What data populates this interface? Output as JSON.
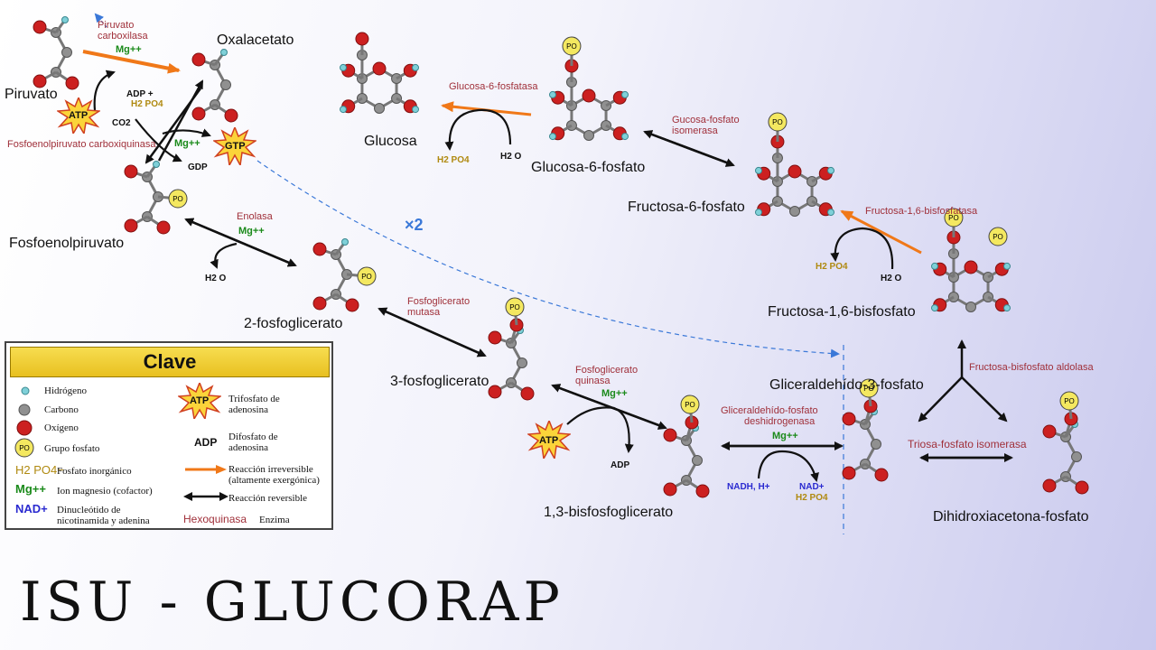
{
  "molecules": {
    "piruvato": "Piruvato",
    "oxalacetato": "Oxalacetato",
    "fosfoenolpiruvato": "Fosfoenolpiruvato",
    "glucosa": "Glucosa",
    "glucosa6p": "Glucosa-6-fosfato",
    "fructosa6p": "Fructosa-6-fosfato",
    "fructosa16bp": "Fructosa-1,6-bisfosfato",
    "fosfoglicerato2": "2-fosfoglicerato",
    "fosfoglicerato3": "3-fosfoglicerato",
    "bisfosfoglicerato13": "1,3-bisfosfoglicerato",
    "gliceraldehido3p": "Gliceraldehído-3-fosfato",
    "dihidroxiacetona": "Dihidroxiacetona-fosfato"
  },
  "enzymes": {
    "piruvato_carboxilasa_1": "Piruvato",
    "piruvato_carboxilasa_2": "carboxilasa",
    "pep_carboxiquinasa": "Fosfoenolpiruvato carboxiquinasa",
    "enolasa": "Enolasa",
    "glucosa6fosfatasa": "Glucosa-6-fosfatasa",
    "isomerasa_1": "Gucosa-fosfato",
    "isomerasa_2": "isomerasa",
    "fructosa_bisfosfatasa": "Fructosa-1,6-bisfosfatasa",
    "fosfoglicerato_mutasa_1": "Fosfoglicerato",
    "fosfoglicerato_mutasa_2": "mutasa",
    "fosfoglicerato_quinasa_1": "Fosfoglicerato",
    "fosfoglicerato_quinasa_2": "quinasa",
    "g3p_deshidrogenasa_1": "Gliceraldehído-fosfato",
    "g3p_deshidrogenasa_2": "deshidrogenasa",
    "fructosa_aldolasa": "Fructosa-bisfosfato aldolasa",
    "triosa_isomerasa": "Triosa-fosfato isomerasa"
  },
  "cofactors": {
    "mg": "Mg++",
    "adp": "ADP",
    "adp_plus": "ADP +",
    "h2po4": "H2 PO4",
    "co2": "CO2",
    "gdp": "GDP",
    "gtp": "GTP",
    "atp": "ATP",
    "h2o": "H2 O",
    "nadh": "NADH, H+",
    "nad": "NAD+",
    "x2": "×2"
  },
  "key": {
    "title": "Clave",
    "hidrogeno": "Hidrógeno",
    "carbono": "Carbono",
    "oxigeno": "Oxígeno",
    "grupo_fosfato": "Grupo fosfato",
    "fosfato_inorganico_symbol": "H2 PO4−",
    "fosfato_inorganico": "Fosfato inorgánico",
    "mg_symbol": "Mg++",
    "ion_magnesio": "Ion magnesio (cofactor)",
    "nad_symbol": "NAD+",
    "dinucleotido_1": "Dinucleótido de",
    "dinucleotido_2": "nicotinamida y adenina",
    "atp_symbol": "ATP",
    "trifosfato_1": "Trifosfato de",
    "trifosfato_2": "adenosina",
    "adp_symbol": "ADP",
    "difosfato_1": "Difosfato de",
    "difosfato_2": "adenosina",
    "irreversible_1": "Reacción irreversible",
    "irreversible_2": "(altamente exergónica)",
    "reversible": "Reacción reversible",
    "enzima_example": "Hexoquinasa",
    "enzima": "Enzima"
  },
  "footer": "ISU - GLUCORAP",
  "colors": {
    "enzyme": "#a0303a",
    "magnesium": "#1a8a1a",
    "phosphate": "#b08a10",
    "nad": "#2a2ad0",
    "irreversible_arrow": "#f07818",
    "dashed": "#3a78d8",
    "oxygen": "#cc2020",
    "carbon": "#909090",
    "hydrogen": "#7fd0d8",
    "phosphate_group": "#f4e860"
  }
}
